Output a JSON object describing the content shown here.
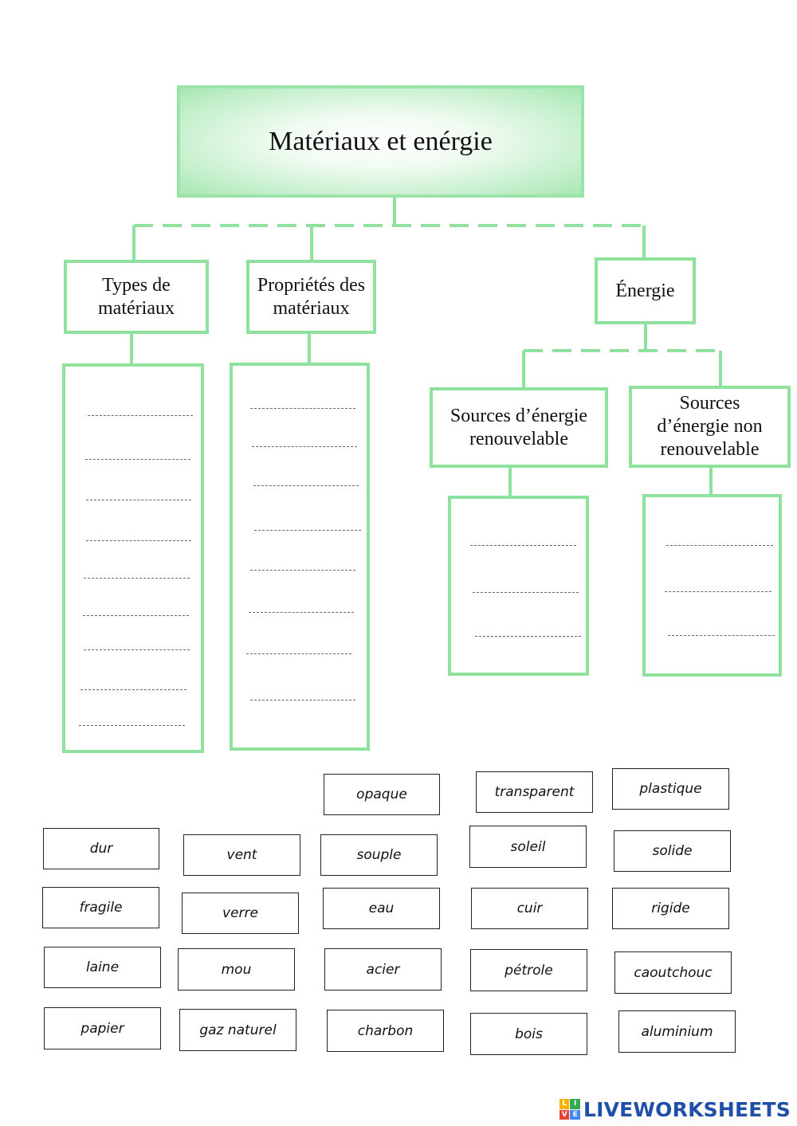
{
  "title": "Matériaux et enérgie",
  "categories": {
    "types": "Types de matériaux",
    "properties": "Propriétés des matériaux",
    "energy": "Énergie",
    "renewable": "Sources d’énergie renouvelable",
    "non_renewable": "Sources d’énergie non renouvelable"
  },
  "word_bank": [
    "opaque",
    "transparent",
    "plastique",
    "dur",
    "vent",
    "souple",
    "soleil",
    "solide",
    "fragile",
    "verre",
    "eau",
    "cuir",
    "rigide",
    "laine",
    "mou",
    "acier",
    "pétrole",
    "caoutchouc",
    "papier",
    "gaz naturel",
    "charbon",
    "bois",
    "aluminium"
  ],
  "blanks_per_box": {
    "types": 9,
    "properties": 8,
    "renewable": 3,
    "non_renewable": 3
  },
  "colors": {
    "accent_green": "#8fe29e",
    "logo_blue": "#1f4fa8"
  },
  "logo": {
    "text": "LIVEWORKSHEETS",
    "icon_letters": [
      "L",
      "I",
      "V",
      "E"
    ]
  }
}
